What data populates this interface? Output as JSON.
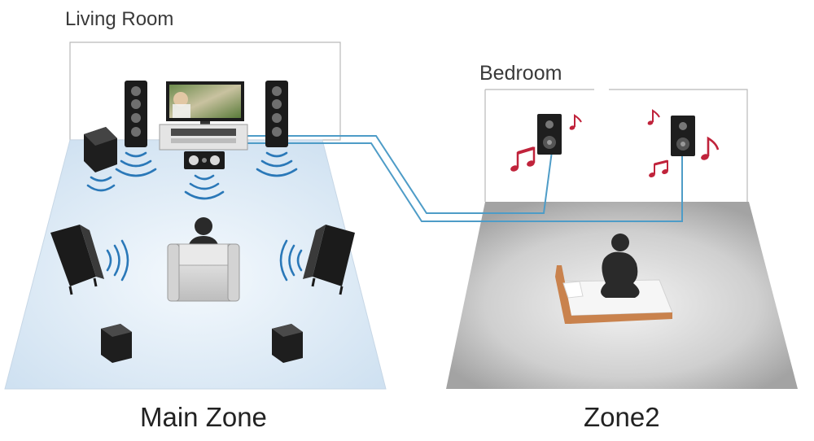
{
  "rooms": {
    "living": "Living Room",
    "bedroom": "Bedroom"
  },
  "zones": {
    "main": "Main Zone",
    "zone2": "Zone2"
  },
  "colors": {
    "floor_main": "#dbe9f5",
    "floor_zone2": "#b4b4b4",
    "wire": "#4e9cc7",
    "sound_waves": "#2a78b8",
    "music_notes": "#c0233b",
    "bed_frame": "#c9824d",
    "speaker": "#1b1b1b",
    "person": "#2a2a2a"
  },
  "icons": [
    "speaker-icon",
    "subwoofer-icon",
    "tv-icon",
    "av-receiver-icon",
    "sofa-icon",
    "bed-icon",
    "person-icon",
    "music-note-icon",
    "sound-wave-icon"
  ]
}
